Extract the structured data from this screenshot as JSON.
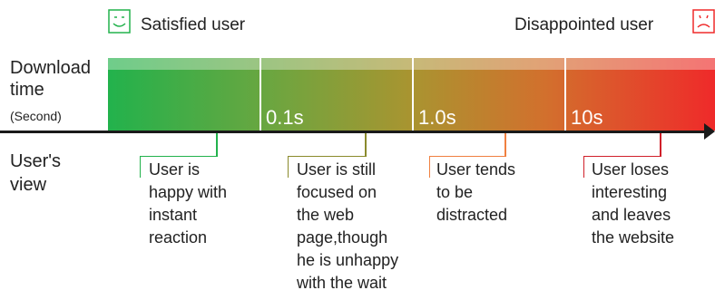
{
  "legend": {
    "satisfied_label": "Satisfied user",
    "disappointed_label": "Disappointed user",
    "satisfied_icon": "smiley-face-icon",
    "disappointed_icon": "sad-face-icon",
    "satisfied_color": "#22b24c",
    "disappointed_color": "#ef2a2a"
  },
  "axis": {
    "label_line1": "Download",
    "label_line2": "time",
    "unit": "(Second)",
    "view_line1": "User's",
    "view_line2": "view"
  },
  "ticks": [
    "0.1s",
    "1.0s",
    "10s"
  ],
  "stages": [
    {
      "lines": [
        "User is",
        "happy with",
        "instant",
        "reaction"
      ],
      "color": "#22b24c"
    },
    {
      "lines": [
        "User is still",
        "focused on",
        "the web",
        "page,though",
        "he is unhappy",
        "with the wait"
      ],
      "color": "#8a8a2c"
    },
    {
      "lines": [
        "User tends",
        "to be",
        "distracted"
      ],
      "color": "#f08040"
    },
    {
      "lines": [
        "User loses",
        "interesting",
        "and leaves",
        "the website"
      ],
      "color": "#d0202a"
    }
  ]
}
